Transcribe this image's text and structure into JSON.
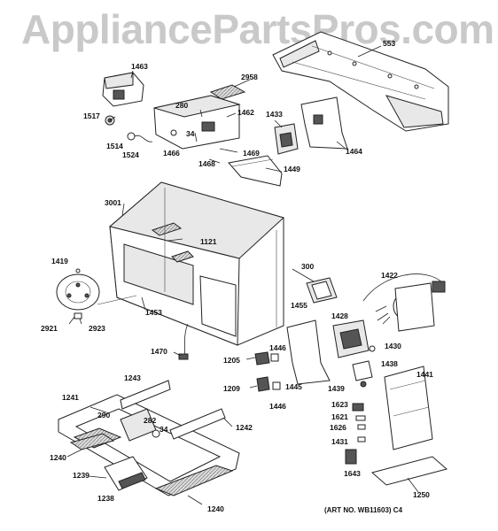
{
  "watermark": "AppliancePartsPros.com",
  "art_number": "(ART NO. WB11603) C4",
  "labels": {
    "p1463": "1463",
    "p2958": "2958",
    "p1517": "1517",
    "p280": "280",
    "p1462": "1462",
    "p34a": "34",
    "p1514": "1514",
    "p1524": "1524",
    "p1466": "1466",
    "p1468": "1468",
    "p1469": "1469",
    "p1433": "1433",
    "p1449": "1449",
    "p1464": "1464",
    "p553": "553",
    "p3001": "3001",
    "p1121": "1121",
    "p1419": "1419",
    "p300": "300",
    "p1422": "1422",
    "p1453": "1453",
    "p2921": "2921",
    "p2923": "2923",
    "p1455": "1455",
    "p1428": "1428",
    "p1470": "1470",
    "p1446a": "1446",
    "p1430": "1430",
    "p1205": "1205",
    "p1438": "1438",
    "p1243": "1243",
    "p1209": "1209",
    "p1445": "1445",
    "p1441": "1441",
    "p1446b": "1446",
    "p1439": "1439",
    "p1241": "1241",
    "p290": "290",
    "p282": "282",
    "p34b": "34",
    "p1623": "1623",
    "p1242": "1242",
    "p1621": "1621",
    "p1626": "1626",
    "p1431": "1431",
    "p1240a": "1240",
    "p1239": "1239",
    "p1643": "1643",
    "p1238": "1238",
    "p1240b": "1240",
    "p1250": "1250"
  }
}
